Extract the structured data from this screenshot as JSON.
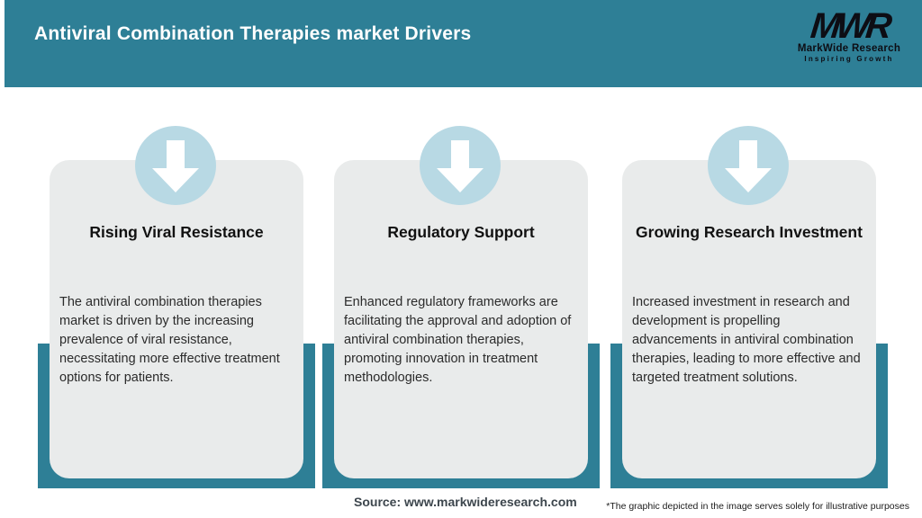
{
  "header": {
    "title": "Antiviral Combination Therapies market Drivers",
    "logo": {
      "monogram": "MWR",
      "name": "MarkWide Research",
      "tagline": "Inspiring Growth"
    }
  },
  "cards": [
    {
      "title": "Rising Viral Resistance",
      "description": "The antiviral combination therapies market is driven by the increasing prevalence of viral resistance, necessitating more effective treatment options for patients.",
      "icon": "down-arrow-icon"
    },
    {
      "title": "Regulatory Support",
      "description": "Enhanced regulatory frameworks are facilitating the approval and adoption of antiviral combination therapies, promoting innovation in treatment methodologies.",
      "icon": "down-arrow-icon"
    },
    {
      "title": "Growing Research Investment",
      "description": "Increased investment in research and development is propelling advancements in antiviral combination therapies, leading to more effective and targeted treatment solutions.",
      "icon": "down-arrow-icon"
    }
  ],
  "footer": {
    "source": "Source: www.markwideresearch.com",
    "disclaimer": "*The graphic depicted in the image serves solely for illustrative purposes"
  },
  "colors": {
    "header_teal": "#2e7f96",
    "band_teal": "#2e7f96",
    "circle_blue": "#b8d9e4",
    "card_bg": "#e9ebeb",
    "arrow_white": "#ffffff"
  }
}
